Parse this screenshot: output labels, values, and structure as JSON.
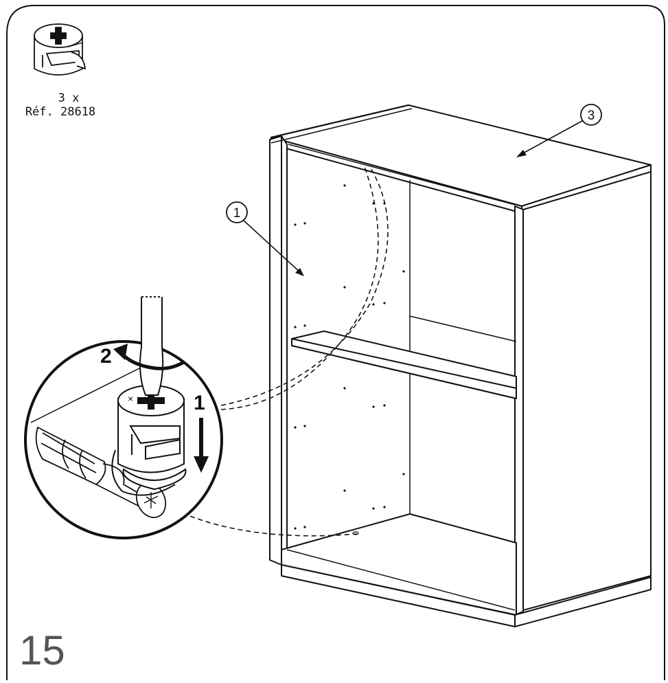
{
  "part": {
    "quantity": "3 x",
    "reference": "Réf. 28618",
    "icon": "cam-lock-fitting-icon"
  },
  "callouts": {
    "left_panel": "1",
    "top_panel": "3"
  },
  "detail": {
    "step_press": "1",
    "step_turn": "2"
  },
  "step_number": "15"
}
